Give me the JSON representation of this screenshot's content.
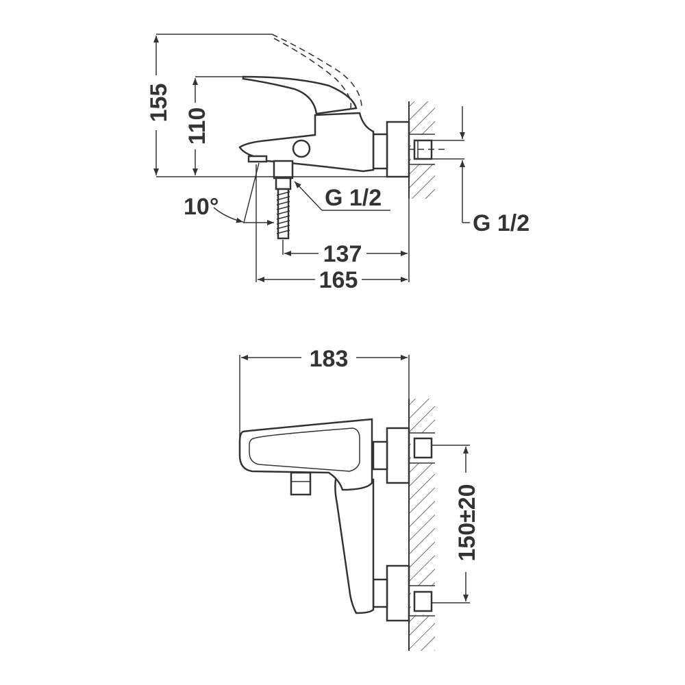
{
  "side_view": {
    "dim_total_height": "155",
    "dim_body_height": "110",
    "dim_angle": "10°",
    "dim_inlet_thread": "G 1/2",
    "dim_wall_thread": "G 1/2",
    "dim_hose_to_wall": "137",
    "dim_spout_to_wall": "165"
  },
  "top_view": {
    "dim_projection": "183",
    "dim_centres": "150±20"
  }
}
